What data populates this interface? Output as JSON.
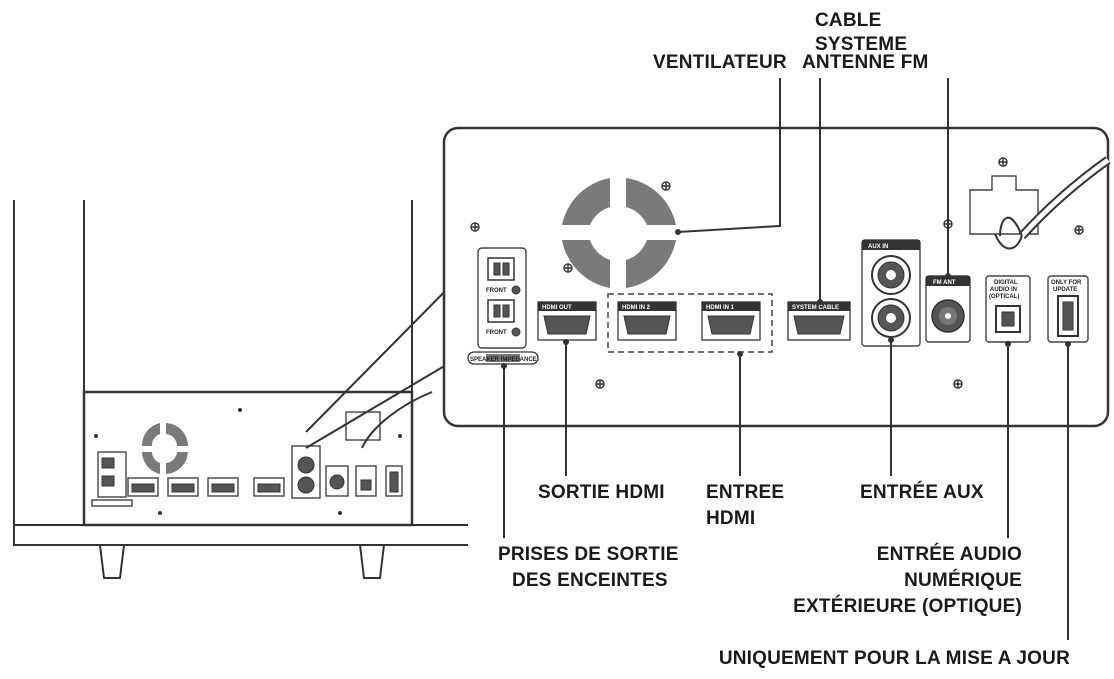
{
  "labels": {
    "cable_line1": "CABLE",
    "cable_line2": "SYSTEME",
    "fan": "VENTILATEUR",
    "fm_antenna": "ANTENNE FM",
    "hdmi_out": "SORTIE HDMI",
    "hdmi_in_line1": "ENTREE",
    "hdmi_in_line2": "HDMI",
    "aux_in": "ENTRÉE AUX",
    "speaker_out_line1": "PRISES DE SORTIE",
    "speaker_out_line2": "DES ENCEINTES",
    "optical_line1": "ENTRÉE AUDIO",
    "optical_line2": "NUMÉRIQUE",
    "optical_line3": "EXTÉRIEURE (OPTIQUE)",
    "update_only": "UNIQUEMENT POUR LA MISE A JOUR"
  },
  "panel_text": {
    "front_l": "FRONT",
    "front_r": "FRONT",
    "speaker_impedance": "SPEAKER IMPEDANCE",
    "hdmi_out": "HDMI OUT",
    "hdmi_in_2": "HDMI IN 2",
    "hdmi_in_1": "HDMI IN 1",
    "system_cable": "SYSTEM CABLE",
    "aux_in": "AUX IN",
    "fm_ant": "FM ANT",
    "optical_1": "DIGITAL",
    "optical_2": "AUDIO IN",
    "optical_3": "(OPTICAL)",
    "usb_1": "ONLY FOR",
    "usb_2": "UPDATE"
  }
}
